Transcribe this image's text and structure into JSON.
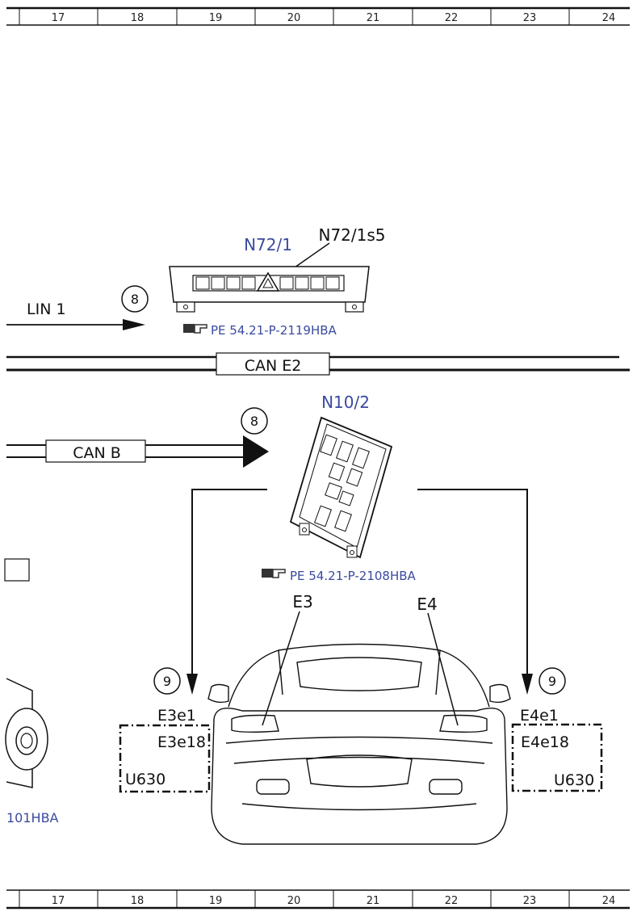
{
  "grid": {
    "columns": [
      "17",
      "18",
      "19",
      "20",
      "21",
      "22",
      "23",
      "24"
    ]
  },
  "modules": {
    "n72_1": {
      "label": "N72/1",
      "sub_label": "N72/1s5",
      "ref": "PE 54.21-P-2119HBA"
    },
    "n10_2": {
      "label": "N10/2",
      "ref": "PE 54.21-P-2108HBA"
    },
    "left_ref_fragment": "101HBA"
  },
  "connectors": {
    "lin": "LIN 1",
    "can_e2": "CAN E2",
    "can_b": "CAN B"
  },
  "circles": {
    "c8_top": "8",
    "c8_mid": "8",
    "c9_left": "9",
    "c9_right": "9"
  },
  "vehicle": {
    "e3": "E3",
    "e4": "E4",
    "left": {
      "e3e1": "E3e1",
      "e3e18": "E3e18",
      "u630": "U630"
    },
    "right": {
      "e4e1": "E4e1",
      "e4e18": "E4e18",
      "u630": "U630"
    }
  },
  "colors": {
    "ink": "#111111",
    "reference_blue": "#3a4aa0"
  }
}
